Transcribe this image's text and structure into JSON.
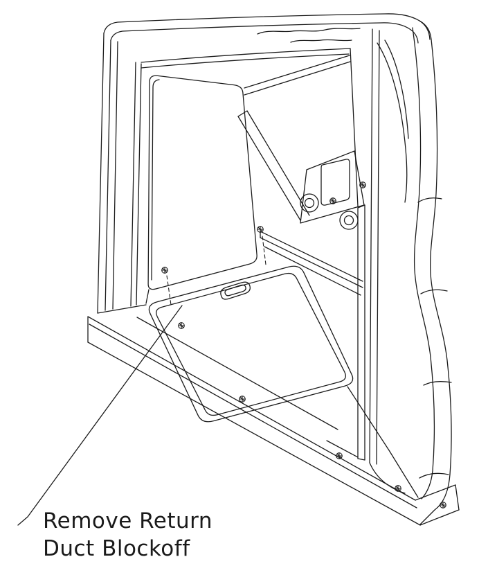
{
  "diagram": {
    "type": "technical-illustration",
    "subject": "furnace-cabinet-return-duct",
    "callout": {
      "line1": "Remove Return",
      "line2": "Duct Blockoff"
    }
  },
  "style": {
    "line_color": "#1b1b1b",
    "background": "#ffffff"
  }
}
